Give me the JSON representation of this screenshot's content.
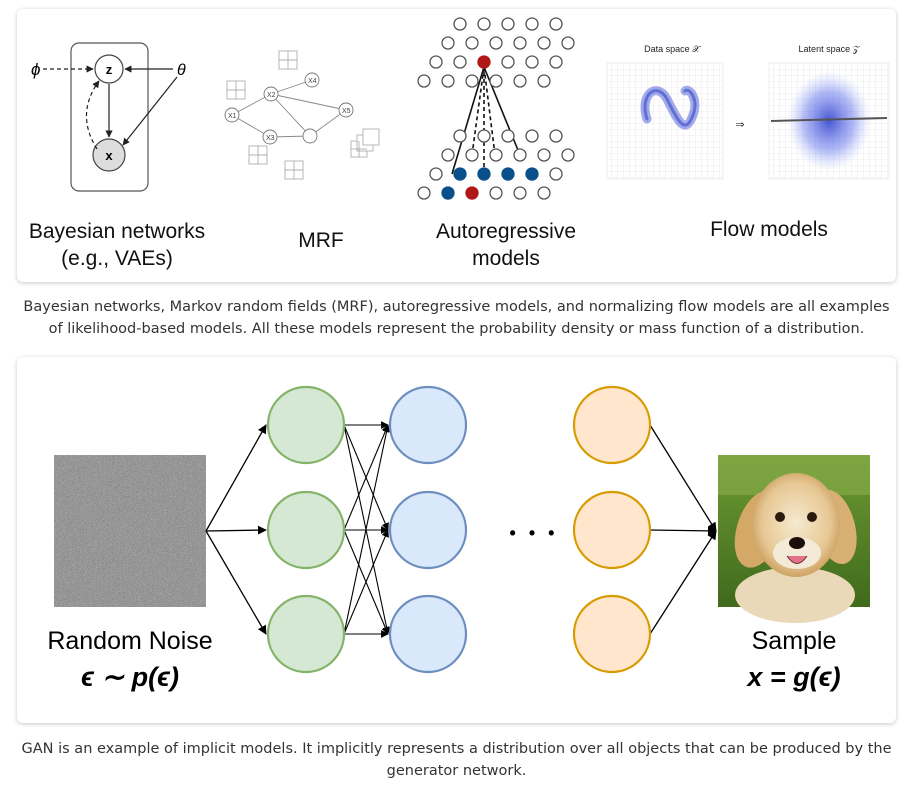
{
  "top_panel": {
    "bayes_label_line1": "Bayesian networks",
    "bayes_label_line2": "(e.g., VAEs)",
    "bayes_nodes": {
      "phi": "ϕ",
      "z": "z",
      "x": "x",
      "theta": "θ"
    },
    "mrf_label": "MRF",
    "mrf_nodes": [
      "X1",
      "X2",
      "X3",
      "X4",
      "X5"
    ],
    "autoregressive_label_line1": "Autoregressive",
    "autoregressive_label_line2": "models",
    "flow_label": "Flow models",
    "flow_data_space": "Data space 𝒳",
    "flow_latent_space": "Latent space 𝒵",
    "flow_arrow": "⇒"
  },
  "caption1": "Bayesian networks, Markov random fields (MRF), autoregressive models, and normalizing flow models are all examples of likelihood-based models. All these models represent the probability density or mass function of a distribution.",
  "bottom_panel": {
    "noise_label": "Random Noise",
    "noise_formula": "ϵ ∼ p(ϵ)",
    "ellipsis": "• • •",
    "sample_label": "Sample",
    "sample_formula": "x = g(ϵ)",
    "colors": {
      "green_fill": "#d5e8d4",
      "green_stroke": "#82b366",
      "blue_fill": "#dae8fc",
      "blue_stroke": "#6c8ebf",
      "orange_fill": "#ffe6cc",
      "orange_stroke": "#d79b00"
    }
  },
  "caption2": "GAN is an example of implicit models. It implicitly represents a distribution over all objects that can be produced by the generator network."
}
